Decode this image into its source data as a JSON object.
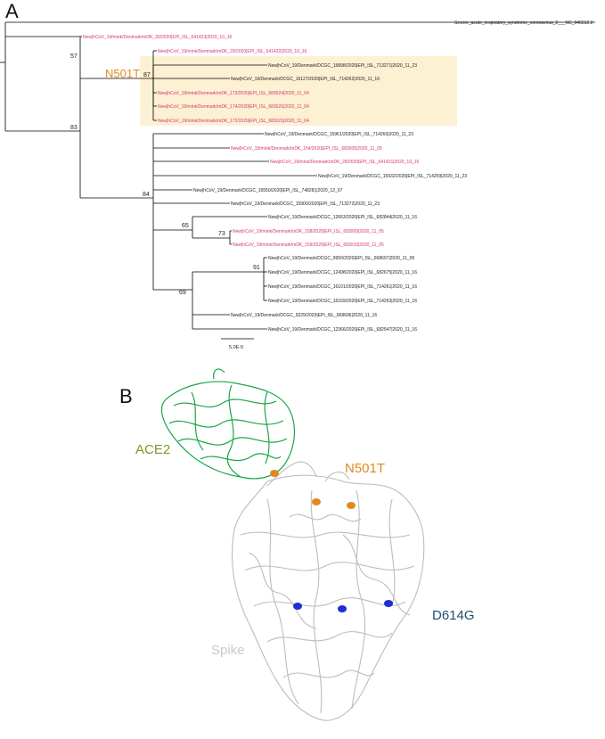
{
  "panel_a": {
    "label": "A",
    "clade_label": "N501T",
    "scale_bar_label": "5.0E-5",
    "colors": {
      "human": "#222222",
      "mink": "#d6336c",
      "clade_label": "#e08a1e",
      "highlight": "#fdf1d3"
    },
    "bootstraps": [
      "57",
      "87",
      "83",
      "84",
      "65",
      "73",
      "91",
      "69"
    ],
    "leaves": [
      {
        "text": "Severe_acute_respiratory_syndrome_coronavirus_2___NC_045512.2",
        "type": "human"
      },
      {
        "text": "New|hCoV_19/mink/Denmark/mDK_30/2020|EPI_ISL_641423|2020_10_16",
        "type": "mink"
      },
      {
        "text": "New|hCoV_19/mink/Denmark/mDK_29/2020|EPI_ISL_641422|2020_10_16",
        "type": "mink"
      },
      {
        "text": "New|hCoV_19/Denmark/DCGC_15898/2020|EPI_ISL_713271|2020_11_23",
        "type": "human"
      },
      {
        "text": "New|hCoV_19/Denmark/DCGC_16127/2020|EPI_ISL_714262|2020_11_16",
        "type": "human"
      },
      {
        "text": "New|hCoV_19/mink/Denmark/mDK_173/2020|EPI_ISL_683024|2020_11_04",
        "type": "mink"
      },
      {
        "text": "New|hCoV_19/mink/Denmark/mDK_174/2020|EPI_ISL_683025|2020_11_04",
        "type": "mink"
      },
      {
        "text": "New|hCoV_19/mink/Denmark/mDK_172/2020|EPI_ISL_683023|2020_11_04",
        "type": "mink"
      },
      {
        "text": "New|hCoV_19/Denmark/DCGC_15961/2020|EPI_ISL_714260|2020_11_23",
        "type": "human"
      },
      {
        "text": "New|hCoV_19/mink/Denmark/mDK_154/2020|EPI_ISL_683005|2020_11_05",
        "type": "mink"
      },
      {
        "text": "New|hCoV_19/mink/Denmark/mDK_28/2020|EPI_ISL_641421|2020_10_16",
        "type": "mink"
      },
      {
        "text": "New|hCoV_19/Denmark/DCGC_15932/2020|EPI_ISL_714259|2020_11_23",
        "type": "human"
      },
      {
        "text": "New|hCoV_19/Denmark/DCGC_16550/2020|EPI_ISL_748281|2020_12_07",
        "type": "human"
      },
      {
        "text": "New|hCoV_19/Denmark/DCGC_15900/2020|EPI_ISL_713272|2020_11_23",
        "type": "human"
      },
      {
        "text": "New|hCoV_19/Denmark/DCGC_12663/2020|EPI_ISL_682844|2020_11_16",
        "type": "human"
      },
      {
        "text": "New|hCoV_19/mink/Denmark/mDK_158/2020|EPI_ISL_683009|2020_11_05",
        "type": "mink"
      },
      {
        "text": "New|hCoV_19/mink/Denmark/mDK_159/2020|EPI_ISL_683010|2020_11_05",
        "type": "mink"
      },
      {
        "text": "New|hCoV_19/Denmark/DCGC_9950/2020|EPI_ISL_668607|2020_11_09",
        "type": "human"
      },
      {
        "text": "New|hCoV_19/Denmark/DCGC_12498/2020|EPI_ISL_682675|2020_11_16",
        "type": "human"
      },
      {
        "text": "New|hCoV_19/Denmark/DCGC_16101/2020|EPI_ISL_714261|2020_11_16",
        "type": "human"
      },
      {
        "text": "New|hCoV_19/Denmark/DCGC_16159/2020|EPI_ISL_714263|2020_11_16",
        "type": "human"
      },
      {
        "text": "New|hCoV_19/Denmark/DCGC_9229/2020|EPI_ISL_668606|2020_11_16",
        "type": "human"
      },
      {
        "text": "New|hCoV_19/Denmark/DCGC_12366/2020|EPI_ISL_682547|2020_11_16",
        "type": "human"
      }
    ]
  },
  "panel_b": {
    "label": "B",
    "labels": {
      "ace2": "ACE2",
      "n501t": "N501T",
      "d614g": "D614G",
      "spike": "Spike"
    },
    "colors": {
      "ace2": "#7a9a2a",
      "ace2_structure": "#1aa64a",
      "n501t": "#e08a1e",
      "d614g": "#1f4e6e",
      "d614g_marker": "#1f2ed0",
      "spike": "#c9c9c9",
      "spike_structure": "#b4b4b4"
    }
  }
}
